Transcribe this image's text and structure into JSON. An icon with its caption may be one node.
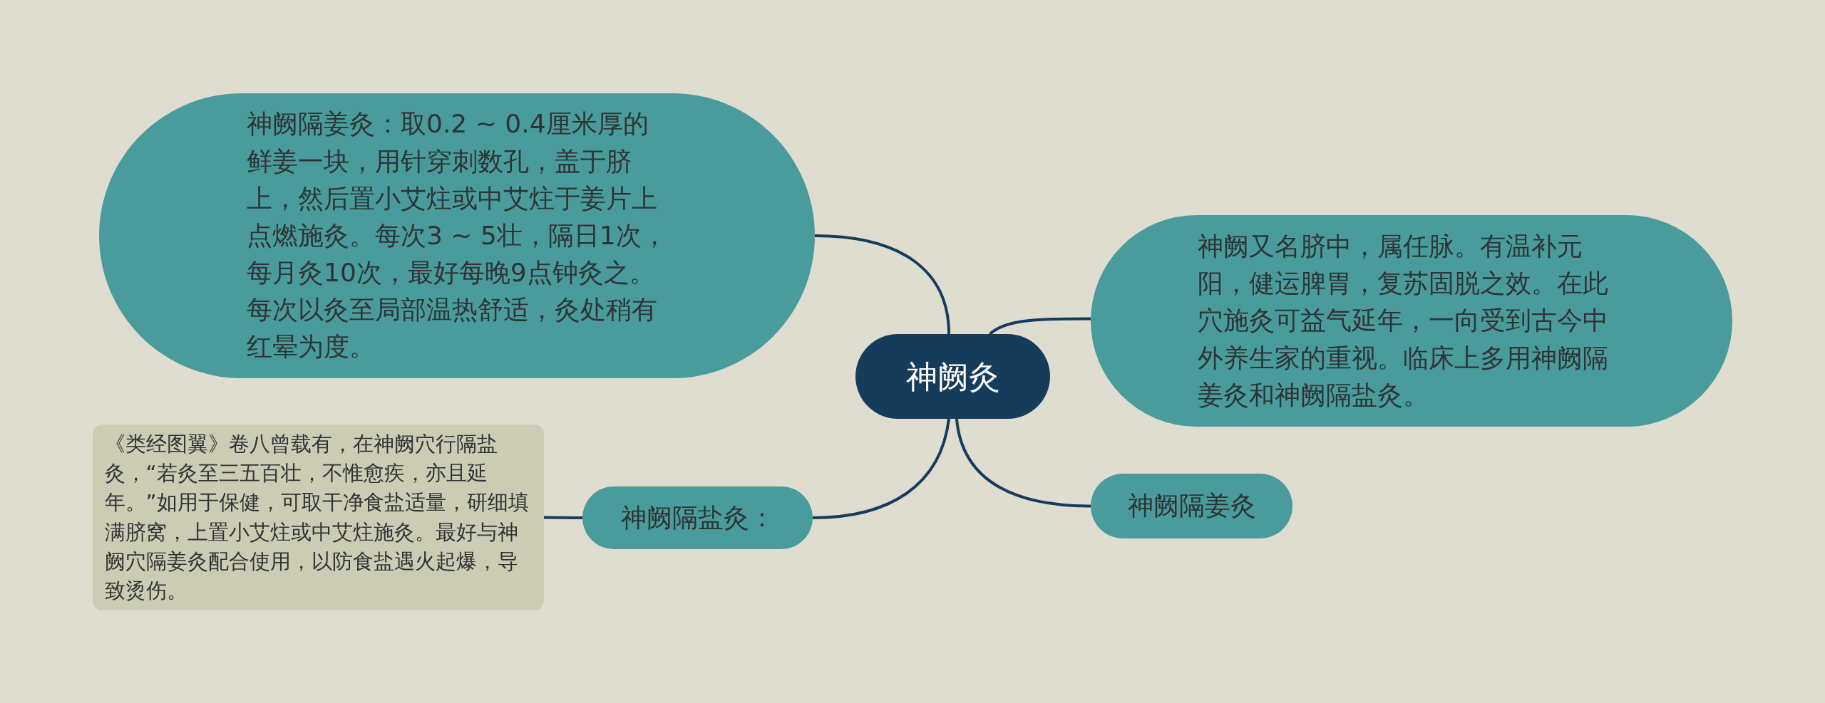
{
  "diagram": {
    "nodes": [
      {
        "text": [
          "神阙灸"
        ]
      },
      {
        "text": [
          "神阙隔姜灸：取0.2 ~ 0.4厘米厚的鲜姜一块，用针穿刺数孔，盖于脐上，然后置小艾炷或中艾炷于姜片上点燃施灸。每次3 ~ 5壮，隔日1次，每月灸10次，最好每晚9点钟灸之。每次以灸至局部温热舒适，灸处稍有红晕为度。"
        ]
      },
      {
        "text": [
          "神阙又名脐中，属任脉。有温补元阳，健运脾胃，复苏固脱之效。在此穴施灸可益气延年，一向受到古今中外养生家的重视。临床上多用神阙隔姜灸和神阙隔盐灸。"
        ]
      },
      {
        "text": [
          "《类经图翼》卷八曾载有，在神阙穴行隔盐灸，“若灸至三五百壮，不惟愈疾，亦且延年。”如用于保健，可取干净食盐适量，研细填满脐窝，上置小艾炷或中艾炷施灸。最好与神阙穴隔姜灸配合使用，以防食盐遇火起爆，导致烫伤。"
        ]
      },
      {
        "text": [
          "神阙隔盐灸："
        ]
      },
      {
        "text": [
          "神阙隔姜灸"
        ]
      }
    ],
    "edges": [
      {
        "from": 0,
        "to": 1,
        "arrow": "none"
      },
      {
        "from": 0,
        "to": 2,
        "arrow": "none"
      },
      {
        "from": 0,
        "to": 4,
        "arrow": "none"
      },
      {
        "from": 0,
        "to": 5,
        "arrow": "none"
      },
      {
        "from": 4,
        "to": 3,
        "arrow": "none"
      }
    ]
  }
}
